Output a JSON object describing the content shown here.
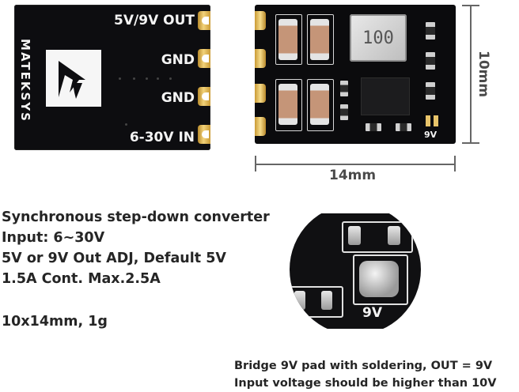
{
  "board_back": {
    "brand": "MATEKSYS",
    "pad_labels": [
      "5V/9V OUT",
      "GND",
      "GND",
      "6-30V IN"
    ]
  },
  "board_front": {
    "inductor_marking": "100",
    "pad_label_9v": "9V"
  },
  "dimensions": {
    "height_label": "10mm",
    "width_label": "14mm"
  },
  "specs": {
    "lines": [
      "Synchronous step-down converter",
      "Input: 6~30V",
      "5V or 9V Out ADJ, Default 5V",
      "1.5A Cont. Max.2.5A"
    ],
    "size_weight": "10x14mm, 1g"
  },
  "zoom": {
    "pad_label": "9V"
  },
  "notes": [
    "Bridge 9V pad with soldering, OUT = 9V",
    "Input voltage should be higher than 10V"
  ],
  "colors": {
    "pcb": "#0d0d10",
    "gold_pad": "#e8c46a",
    "silkscreen": "#f4f4f4",
    "text": "#252525"
  }
}
